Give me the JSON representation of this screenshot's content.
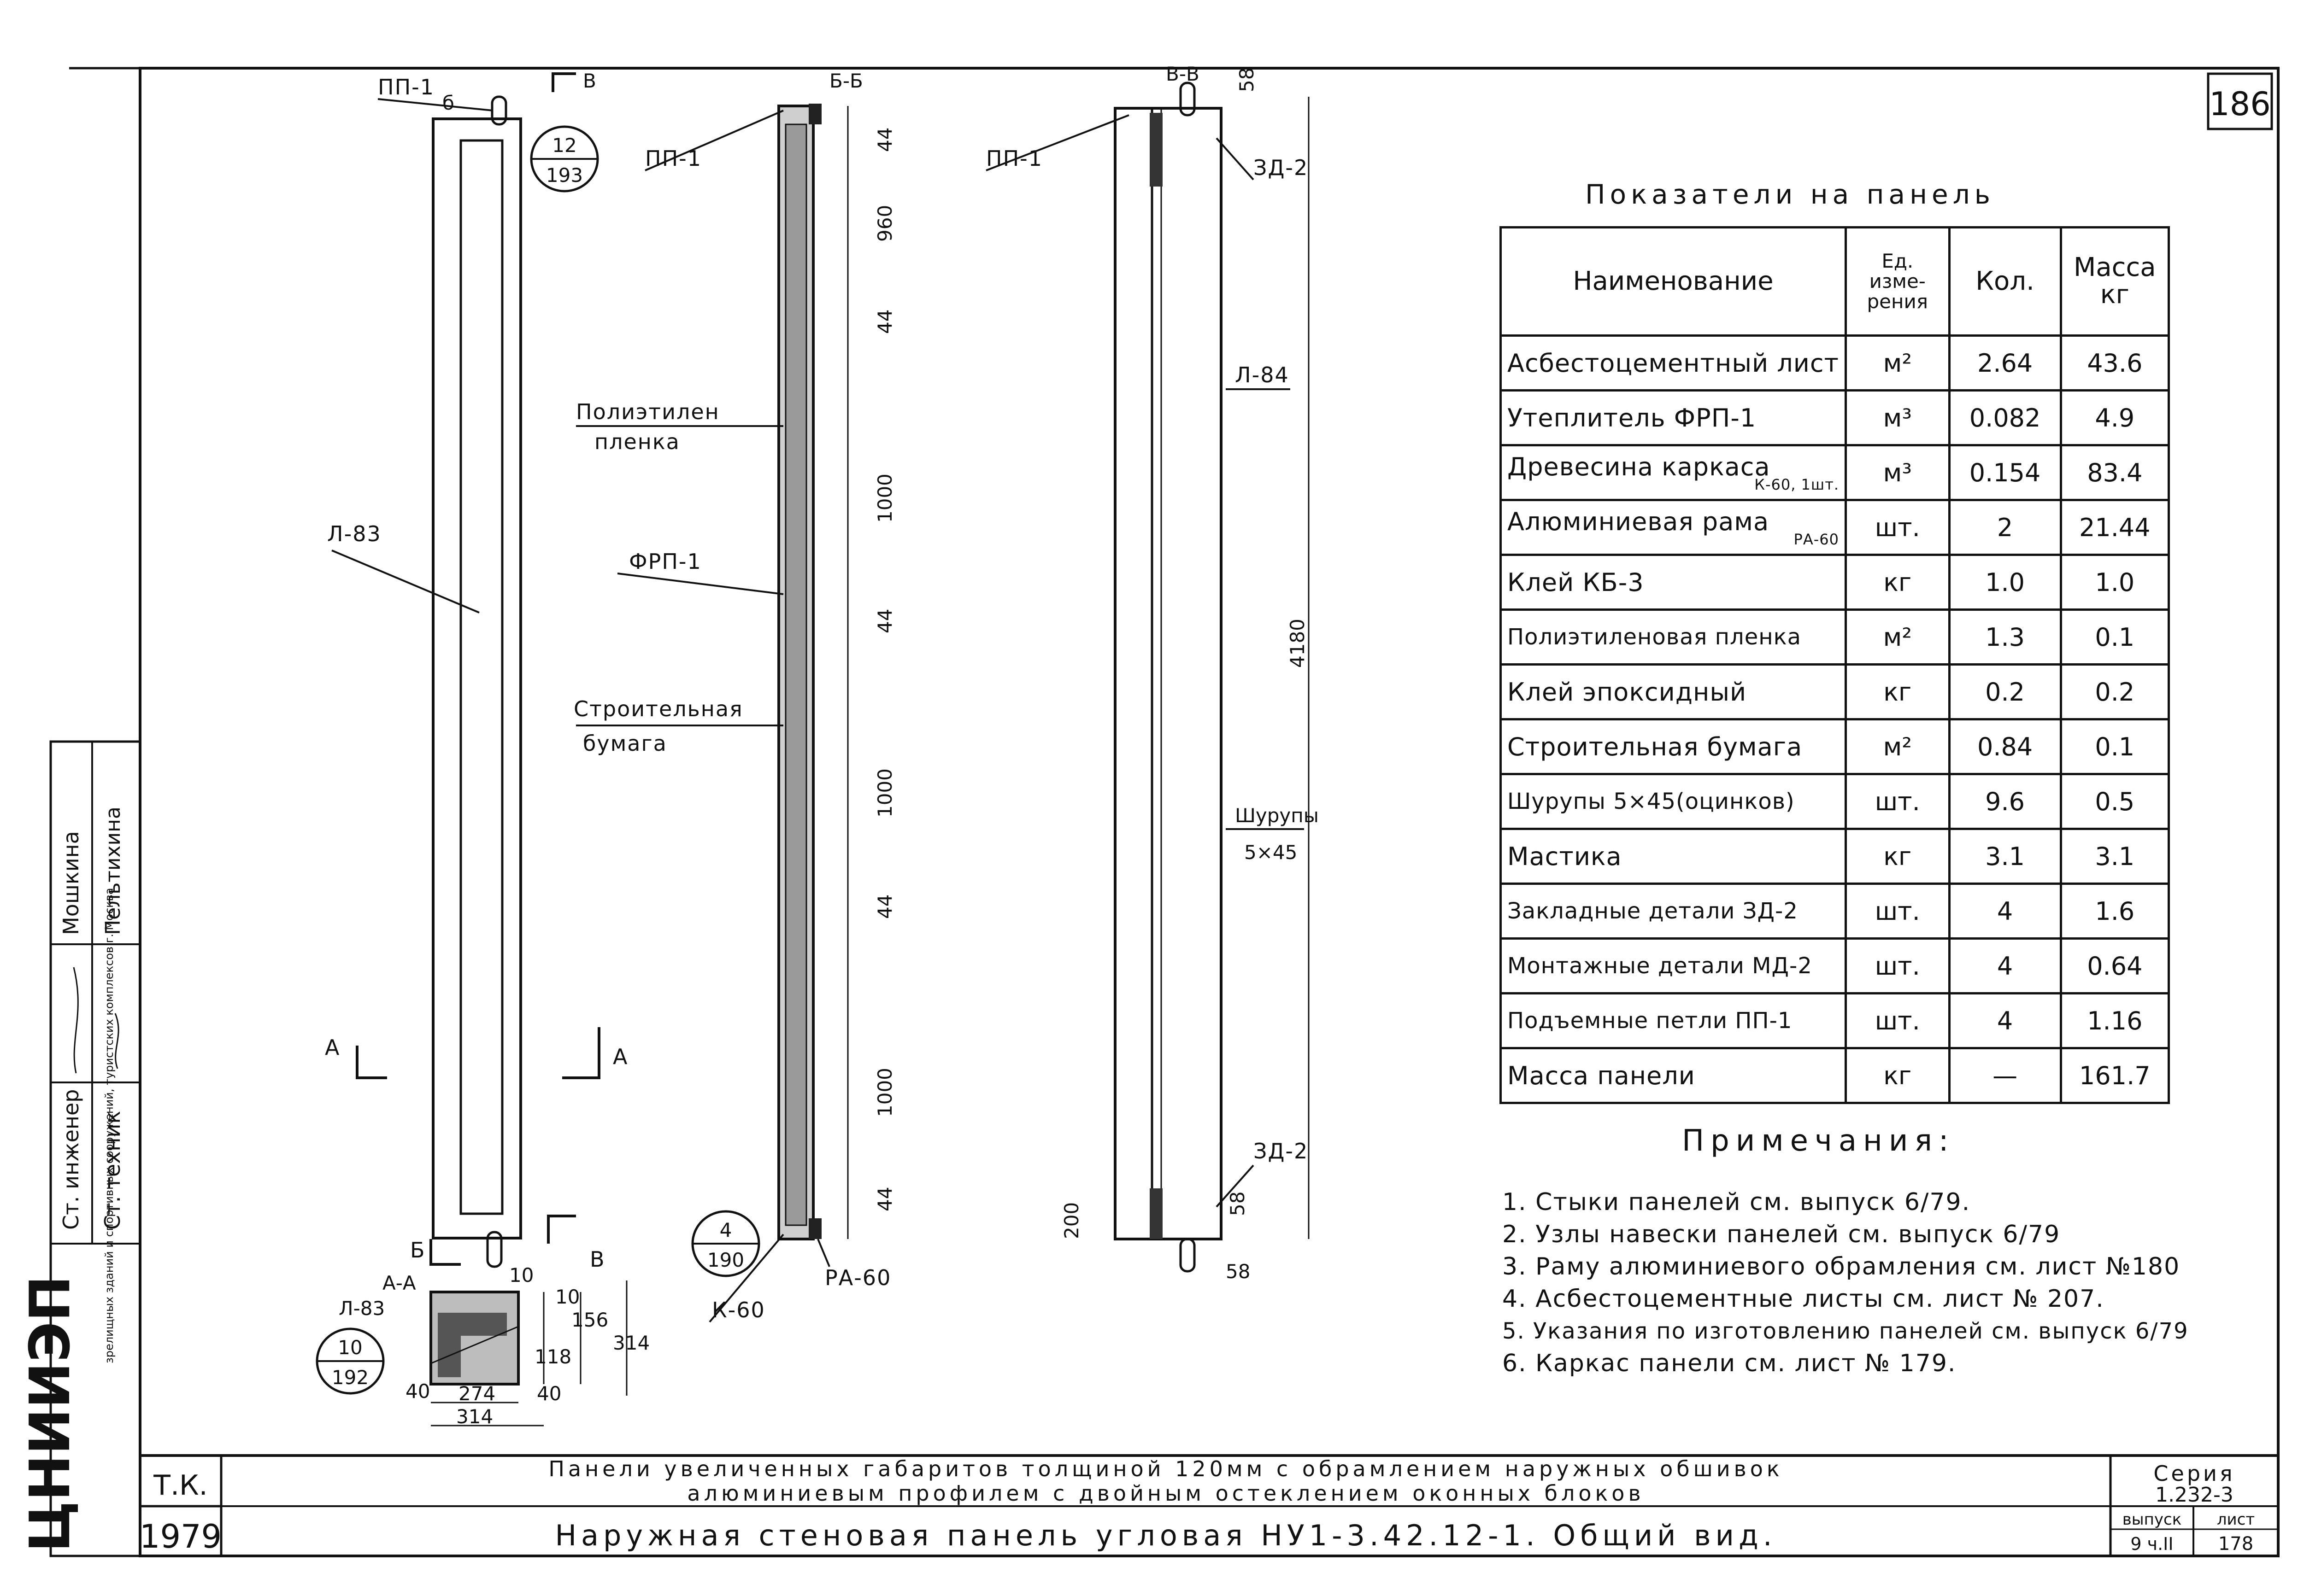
{
  "sheet_number": "186",
  "views": {
    "front": {
      "loop_label": "ПП-1",
      "profile_label": "Л-83",
      "section_a_left": "А",
      "section_a_right": "А",
      "section_b_top_left": "б",
      "section_b_top_right": "В",
      "section_b_bottom_left": "Б",
      "section_b_bottom_right": "В",
      "bubble_top": {
        "num": "12",
        "den": "193"
      },
      "bubble_bottom": {
        "num": "10",
        "den": "192"
      },
      "section_aa_label": "А-А",
      "section_aa_profile": "Л-83",
      "dims": [
        "10",
        "10",
        "156",
        "118",
        "314",
        "40",
        "40",
        "274",
        "314"
      ]
    },
    "section_bb": {
      "title": "Б-Б",
      "loop_label": "ПП-1",
      "labels": [
        "Полиэтилен пленка",
        "ФРП-1",
        "Строительная бумага"
      ],
      "label_lines": {
        "polyethylene_1": "Полиэтилен",
        "polyethylene_2": "пленка",
        "frp": "ФРП-1",
        "paper_1": "Строительная",
        "paper_2": "бумага"
      },
      "dims": [
        "44",
        "960",
        "44",
        "1000",
        "44",
        "1000",
        "44",
        "1000",
        "44"
      ],
      "frame_label": "К-60",
      "ra_label": "РА-60",
      "bubble": {
        "num": "4",
        "den": "190"
      }
    },
    "section_vv": {
      "title": "В-В",
      "loop_label": "ПП-1",
      "top_dim": "58",
      "zd_top": "ЗД-2",
      "profile_label": "Л-84",
      "overall_dim": "4180",
      "screws_1": "Шурупы",
      "screws_2": "5×45",
      "zd_bottom": "ЗД-2",
      "dim_200": "200",
      "dim_58_v": "58",
      "dim_58_h": "58"
    }
  },
  "table": {
    "title": "Показатели на панель",
    "headers": [
      "Наименование",
      "Ед. изме- рения",
      "Кол.",
      "Масса кг"
    ],
    "rows": [
      [
        "Асбестоцементный лист",
        "м²",
        "2.64",
        "43.6"
      ],
      [
        "Утеплитель ФРП-1",
        "м³",
        "0.082",
        "4.9"
      ],
      [
        "Древесина каркаса",
        "м³",
        "0.154",
        "83.4"
      ],
      [
        "Алюминиевая рама",
        "шт.",
        "2",
        "21.44"
      ],
      [
        "Клей КБ-3",
        "кг",
        "1.0",
        "1.0"
      ],
      [
        "Полиэтиленовая пленка",
        "м²",
        "1.3",
        "0.1"
      ],
      [
        "Клей эпоксидный",
        "кг",
        "0.2",
        "0.2"
      ],
      [
        "Строительная бумага",
        "м²",
        "0.84",
        "0.1"
      ],
      [
        "Шурупы 5×45(оцинков)",
        "шт.",
        "9.6",
        "0.5"
      ],
      [
        "Мастика",
        "кг",
        "3.1",
        "3.1"
      ],
      [
        "Закладные детали ЗД-2",
        "шт.",
        "4",
        "1.6"
      ],
      [
        "Монтажные детали МД-2",
        "шт.",
        "4",
        "0.64"
      ],
      [
        "Подъемные петли ПП-1",
        "шт.",
        "4",
        "1.16"
      ],
      [
        "Масса панели",
        "кг",
        "—",
        "161.7"
      ]
    ],
    "row_subs": {
      "2": "К-60, 1шт.",
      "3": "РА-60"
    }
  },
  "notes": {
    "title": "Примечания:",
    "items": [
      "1. Стыки панелей см. выпуск 6/79.",
      "2. Узлы навески панелей см. выпуск 6/79",
      "3. Раму алюминиевого обрамления см. лист №180",
      "4. Асбестоцементные листы см. лист № 207.",
      "5. Указания по изготовлению панелей см. выпуск 6/79",
      "6. Каркас панели см. лист № 179."
    ]
  },
  "side_stamp": {
    "org": "ЦНИИЭП",
    "org_text": "зрелищных зданий и спортивных сооружений, туристских комплексов г. Москва",
    "roles": [
      "Ст. инженер",
      "Ст. техник"
    ],
    "names": [
      "Мошкина",
      "Пельтихина"
    ]
  },
  "title_block": {
    "tk": "Т.К.",
    "year": "1979",
    "line1": "Панели увеличенных габаритов толщиной 120мм с обрамлением наружных обшивок",
    "line2": "алюминиевым профилем с двойным остеклением оконных блоков",
    "main_title": "Наружная стеновая панель угловая НУ1-3.42.12-1. Общий вид.",
    "series_label": "Серия",
    "series_value": "1.232-3",
    "issue_label": "выпуск",
    "issue_value": "9 ч.II",
    "sheet_label": "лист",
    "sheet_value": "178"
  }
}
